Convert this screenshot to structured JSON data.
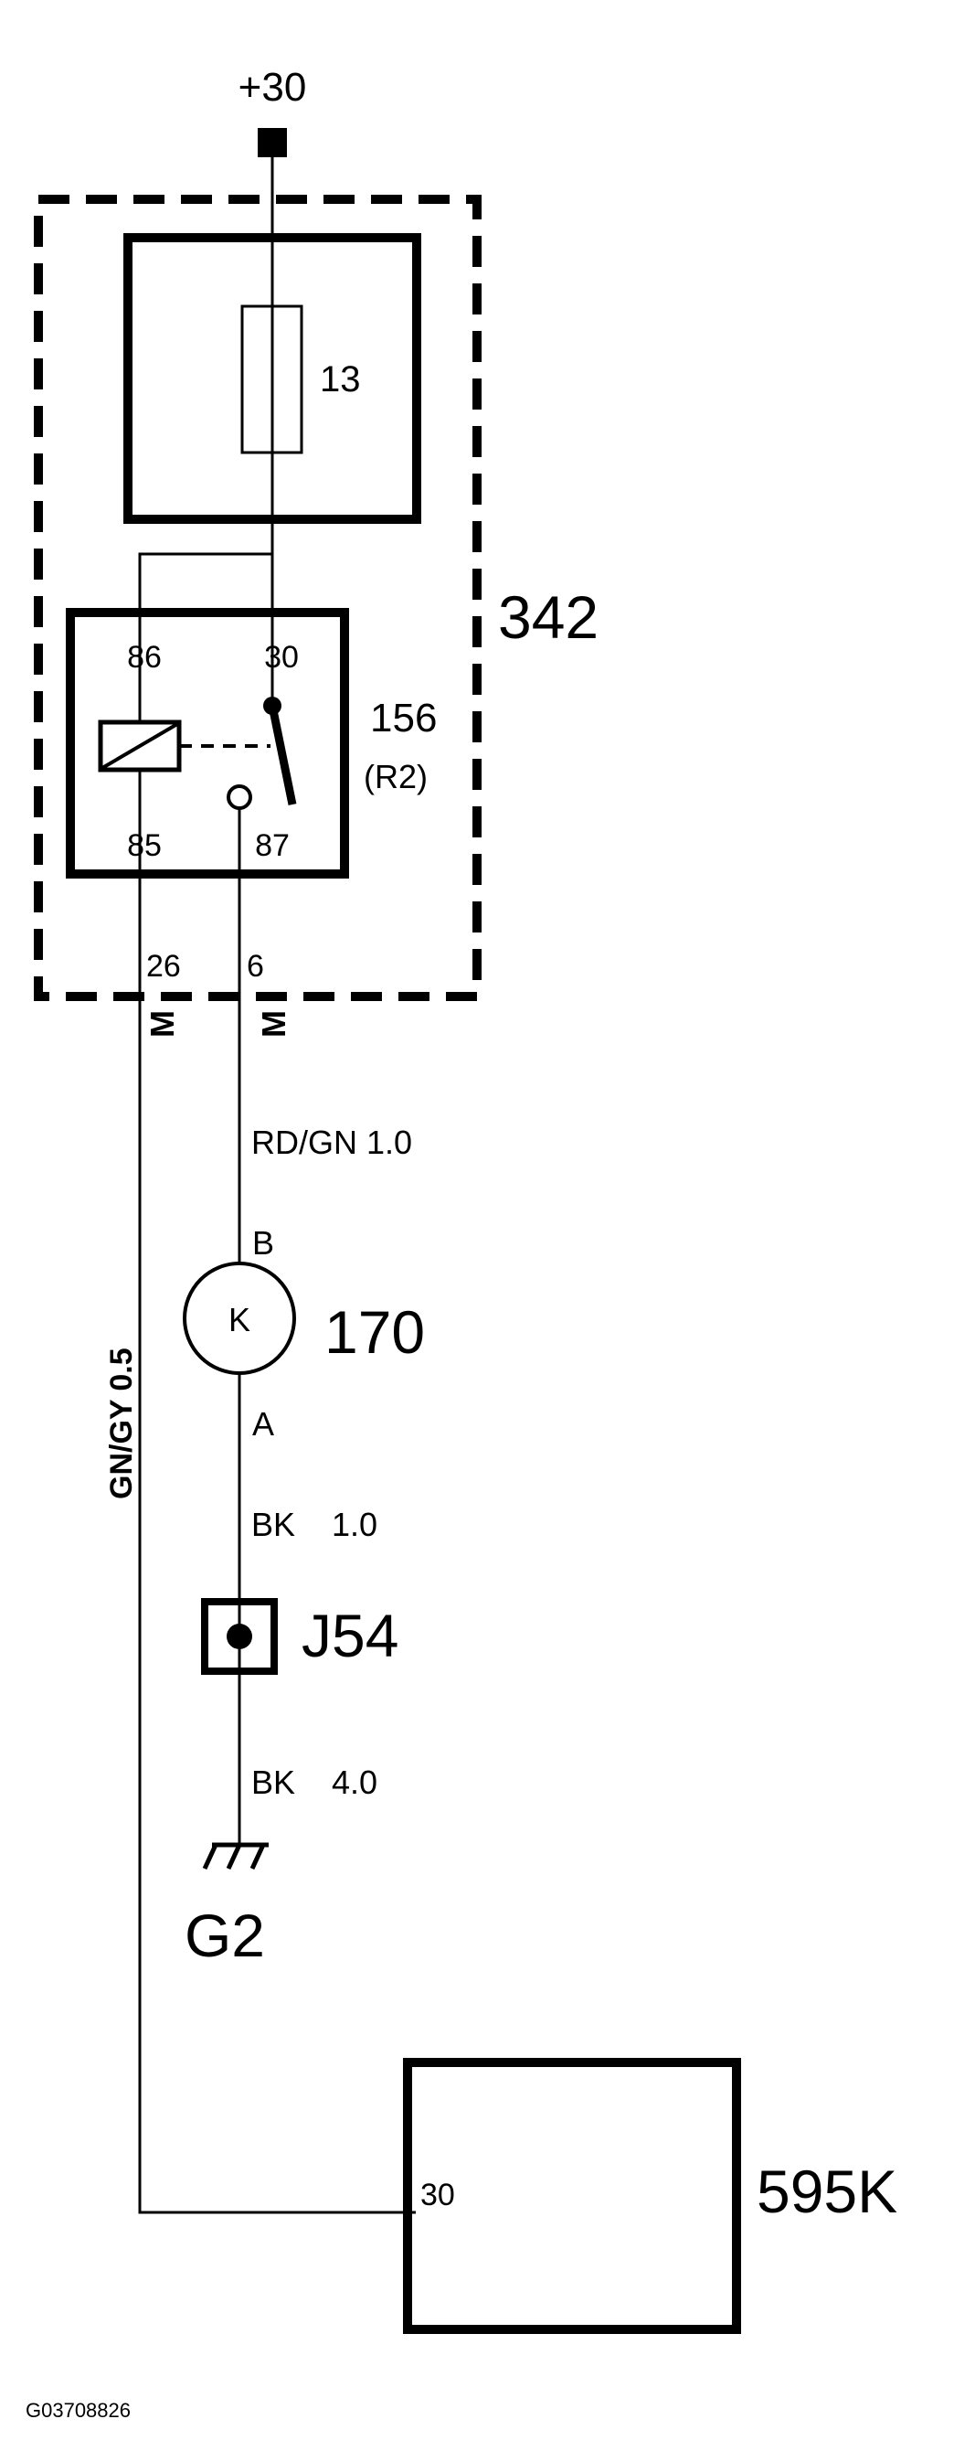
{
  "supply": {
    "label": "+30"
  },
  "fuse_box": {
    "label": "342"
  },
  "fuse": {
    "label": "13"
  },
  "relay": {
    "id": "156",
    "sub": "(R2)",
    "pins": {
      "p86": "86",
      "p30": "30",
      "p85": "85",
      "p87": "87"
    }
  },
  "connector": {
    "pin_left": "26",
    "pin_right": "6",
    "mark_left": "M",
    "mark_right": "M"
  },
  "wires": {
    "left": "GN/GY  0.5",
    "right_top": "RD/GN  1.0",
    "right_mid": "BK    1.0",
    "right_bottom": "BK    4.0"
  },
  "motor": {
    "label": "170",
    "symbol": "K",
    "pin_b": "B",
    "pin_a": "A"
  },
  "junction": {
    "label": "J54"
  },
  "ground": {
    "label": "G2"
  },
  "module": {
    "label": "595K",
    "pin": "30"
  },
  "footer": {
    "code": "G03708826"
  }
}
